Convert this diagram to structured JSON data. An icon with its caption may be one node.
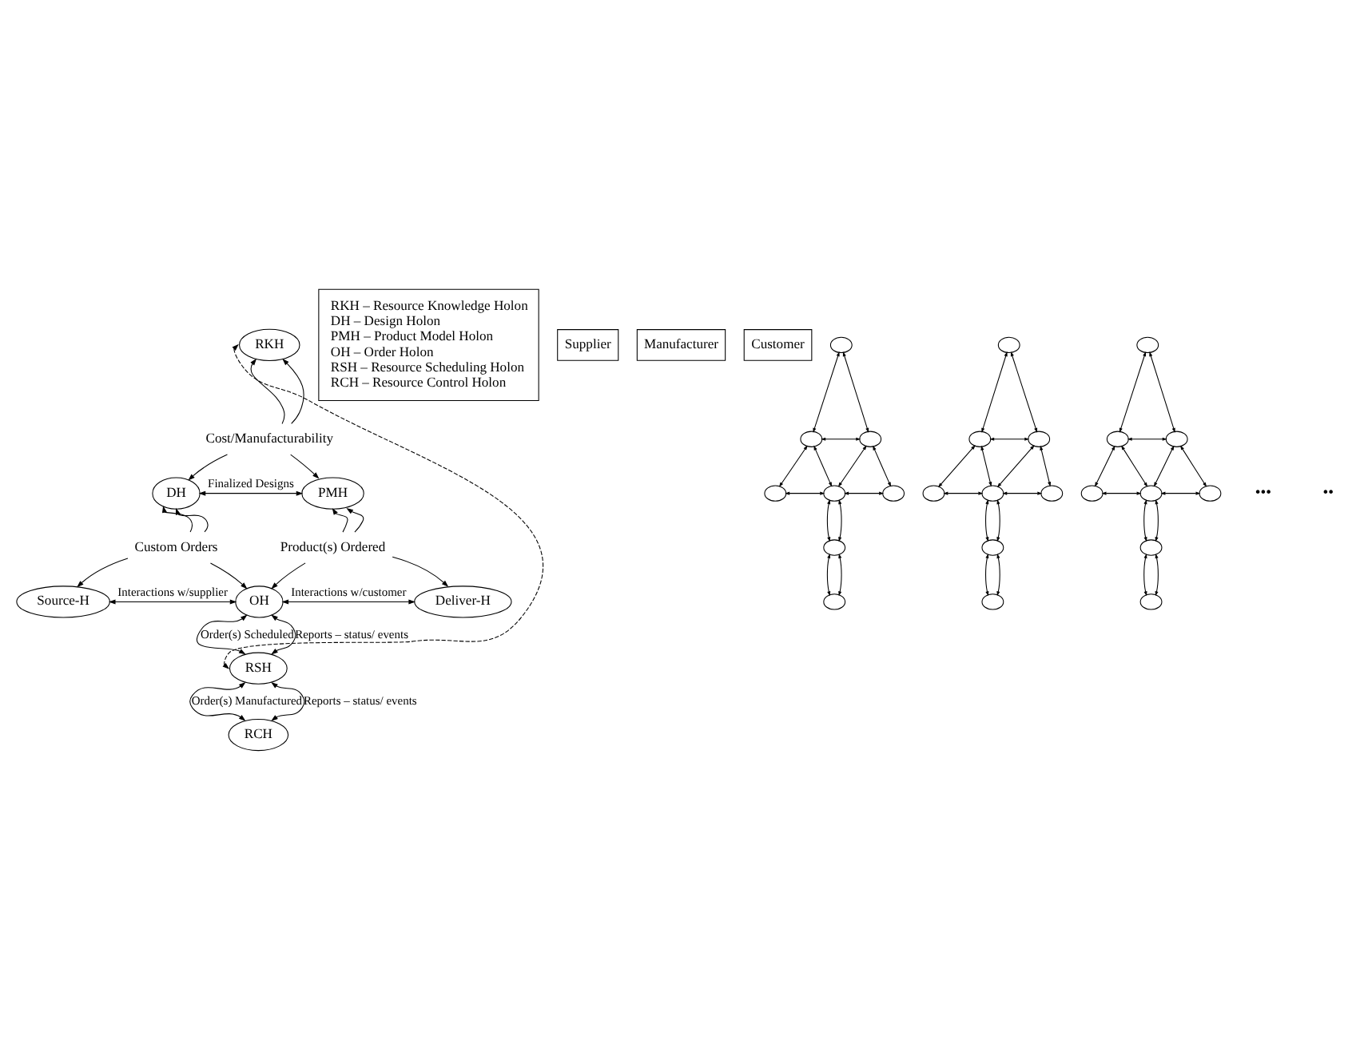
{
  "diagram": {
    "nodes": [
      {
        "text": [
          "RKH"
        ]
      },
      {
        "text": [
          "Cost/Manufacturability"
        ]
      },
      {
        "text": [
          "DH"
        ]
      },
      {
        "text": [
          "PMH"
        ]
      },
      {
        "text": [
          "Custom Orders"
        ]
      },
      {
        "text": [
          "Product(s) Ordered"
        ]
      },
      {
        "text": [
          "Source-H"
        ]
      },
      {
        "text": [
          "OH"
        ]
      },
      {
        "text": [
          "Deliver-H"
        ]
      },
      {
        "text": [
          "RSH"
        ]
      },
      {
        "text": [
          "RCH"
        ]
      },
      {
        "text": [
          "RKH – Resource Knowledge Holon",
          "DH – Design Holon",
          "PMH – Product Model Holon",
          "OH – Order Holon",
          "RSH – Resource Scheduling Holon",
          "RCH – Resource Control Holon"
        ]
      },
      {
        "text": [
          "Supplier"
        ]
      },
      {
        "text": [
          "Manufacturer"
        ]
      },
      {
        "text": [
          "Customer"
        ]
      },
      {
        "text": [],
        "shape": "ellipse"
      },
      {
        "text": [],
        "shape": "ellipse"
      },
      {
        "text": [],
        "shape": "ellipse"
      },
      {
        "text": [],
        "shape": "ellipse"
      },
      {
        "text": [],
        "shape": "ellipse"
      },
      {
        "text": [],
        "shape": "ellipse"
      },
      {
        "text": [],
        "shape": "ellipse"
      },
      {
        "text": [],
        "shape": "ellipse"
      },
      {
        "text": [],
        "shape": "ellipse"
      },
      {
        "text": [],
        "shape": "ellipse"
      },
      {
        "text": [],
        "shape": "ellipse"
      },
      {
        "text": [],
        "shape": "ellipse"
      },
      {
        "text": [],
        "shape": "ellipse"
      },
      {
        "text": [],
        "shape": "ellipse"
      },
      {
        "text": [],
        "shape": "ellipse"
      },
      {
        "text": [],
        "shape": "ellipse"
      },
      {
        "text": [],
        "shape": "ellipse"
      },
      {
        "text": [],
        "shape": "ellipse"
      },
      {
        "text": [],
        "shape": "ellipse"
      },
      {
        "text": [],
        "shape": "ellipse"
      },
      {
        "text": [],
        "shape": "ellipse"
      },
      {
        "text": [],
        "shape": "ellipse"
      },
      {
        "text": [],
        "shape": "ellipse"
      },
      {
        "text": [],
        "shape": "ellipse"
      }
    ],
    "edges": [
      {
        "from": 1,
        "to": 0,
        "arrow": "to"
      },
      {
        "from": 1,
        "to": 0,
        "arrow": "to"
      },
      {
        "from": 1,
        "to": 2,
        "arrow": "to"
      },
      {
        "from": 1,
        "to": 3,
        "arrow": "to"
      },
      {
        "from": 2,
        "to": 3,
        "arrow": "both",
        "label": "Finalized Designs"
      },
      {
        "from": 4,
        "to": 2,
        "arrow": "to"
      },
      {
        "from": 4,
        "to": 2,
        "arrow": "to"
      },
      {
        "from": 4,
        "to": 6,
        "arrow": "to"
      },
      {
        "from": 4,
        "to": 7,
        "arrow": "to"
      },
      {
        "from": 5,
        "to": 3,
        "arrow": "to"
      },
      {
        "from": 5,
        "to": 3,
        "arrow": "to"
      },
      {
        "from": 5,
        "to": 7,
        "arrow": "to"
      },
      {
        "from": 5,
        "to": 8,
        "arrow": "to"
      },
      {
        "from": 6,
        "to": 7,
        "arrow": "both",
        "label": "Interactions w/supplier"
      },
      {
        "from": 7,
        "to": 8,
        "arrow": "both",
        "label": "Interactions w/customer"
      },
      {
        "from": 7,
        "to": 9,
        "arrow": "both",
        "label": "Order(s) Scheduled"
      },
      {
        "from": 7,
        "to": 9,
        "arrow": "both",
        "label": "Reports – status/ events"
      },
      {
        "from": 9,
        "to": 10,
        "arrow": "both",
        "label": "Order(s) Manufactured"
      },
      {
        "from": 9,
        "to": 10,
        "arrow": "both",
        "label": "Reports – status/ events"
      },
      {
        "from": 0,
        "to": 9,
        "arrow": "both",
        "style": "dashed"
      },
      {
        "from": 15,
        "to": 16,
        "arrow": "both"
      },
      {
        "from": 15,
        "to": 17,
        "arrow": "both"
      },
      {
        "from": 16,
        "to": 17,
        "arrow": "both"
      },
      {
        "from": 16,
        "to": 18,
        "arrow": "both"
      },
      {
        "from": 16,
        "to": 19,
        "arrow": "both"
      },
      {
        "from": 17,
        "to": 19,
        "arrow": "both"
      },
      {
        "from": 17,
        "to": 20,
        "arrow": "both"
      },
      {
        "from": 18,
        "to": 19,
        "arrow": "both"
      },
      {
        "from": 19,
        "to": 20,
        "arrow": "both"
      },
      {
        "from": 19,
        "to": 21,
        "arrow": "both"
      },
      {
        "from": 19,
        "to": 21,
        "arrow": "both"
      },
      {
        "from": 21,
        "to": 22,
        "arrow": "both"
      },
      {
        "from": 21,
        "to": 22,
        "arrow": "both"
      },
      {
        "from": 23,
        "to": 24,
        "arrow": "both"
      },
      {
        "from": 23,
        "to": 25,
        "arrow": "both"
      },
      {
        "from": 24,
        "to": 25,
        "arrow": "both"
      },
      {
        "from": 24,
        "to": 26,
        "arrow": "both"
      },
      {
        "from": 24,
        "to": 27,
        "arrow": "both"
      },
      {
        "from": 25,
        "to": 27,
        "arrow": "both"
      },
      {
        "from": 25,
        "to": 28,
        "arrow": "both"
      },
      {
        "from": 26,
        "to": 27,
        "arrow": "both"
      },
      {
        "from": 27,
        "to": 28,
        "arrow": "both"
      },
      {
        "from": 27,
        "to": 29,
        "arrow": "both"
      },
      {
        "from": 27,
        "to": 29,
        "arrow": "both"
      },
      {
        "from": 29,
        "to": 30,
        "arrow": "both"
      },
      {
        "from": 29,
        "to": 30,
        "arrow": "both"
      },
      {
        "from": 31,
        "to": 32,
        "arrow": "both"
      },
      {
        "from": 31,
        "to": 33,
        "arrow": "both"
      },
      {
        "from": 32,
        "to": 33,
        "arrow": "both"
      },
      {
        "from": 32,
        "to": 34,
        "arrow": "both"
      },
      {
        "from": 32,
        "to": 35,
        "arrow": "both"
      },
      {
        "from": 33,
        "to": 35,
        "arrow": "both"
      },
      {
        "from": 33,
        "to": 36,
        "arrow": "both"
      },
      {
        "from": 34,
        "to": 35,
        "arrow": "both"
      },
      {
        "from": 35,
        "to": 36,
        "arrow": "both"
      },
      {
        "from": 35,
        "to": 37,
        "arrow": "both"
      },
      {
        "from": 35,
        "to": 37,
        "arrow": "both"
      },
      {
        "from": 37,
        "to": 38,
        "arrow": "both"
      },
      {
        "from": 37,
        "to": 38,
        "arrow": "both"
      }
    ],
    "labels": [
      "•••",
      "••"
    ]
  }
}
